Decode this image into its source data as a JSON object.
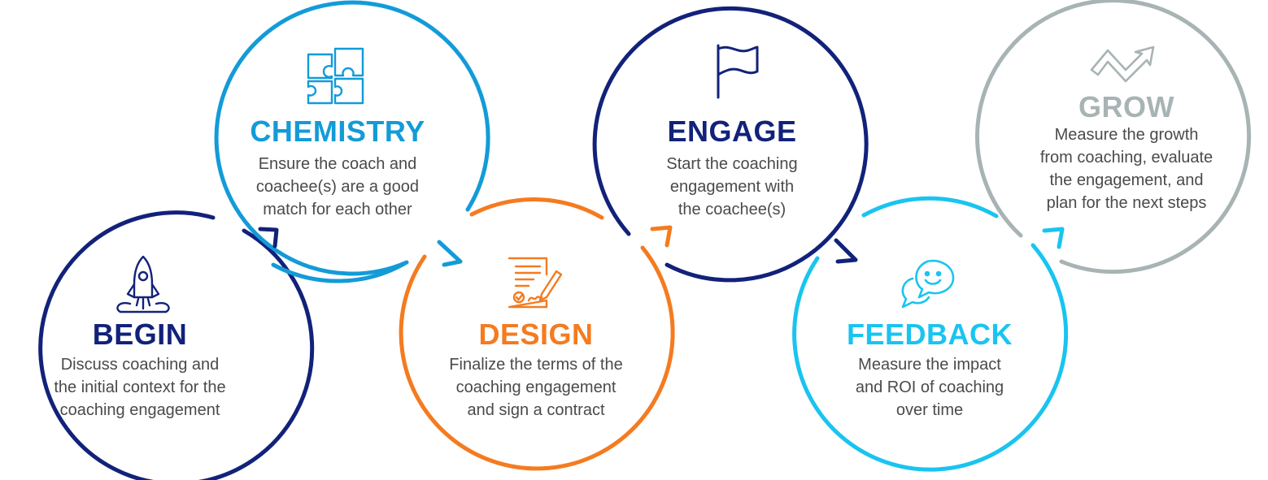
{
  "steps": [
    {
      "title": "BEGIN",
      "icon": "rocket-icon",
      "color": "#12227a",
      "lines": [
        "Discuss coaching and",
        "the initial context for the",
        "coaching engagement"
      ]
    },
    {
      "title": "CHEMISTRY",
      "icon": "puzzle-icon",
      "color": "#139bd8",
      "lines": [
        "Ensure the coach and",
        "coachee(s) are a good",
        "match for each other"
      ]
    },
    {
      "title": "DESIGN",
      "icon": "contract-icon",
      "color": "#f47b20",
      "lines": [
        "Finalize the terms of the",
        "coaching engagement",
        "and sign a contract"
      ]
    },
    {
      "title": "ENGAGE",
      "icon": "flag-icon",
      "color": "#12227a",
      "lines": [
        "Start the coaching",
        "engagement with",
        "the coachee(s)"
      ]
    },
    {
      "title": "FEEDBACK",
      "icon": "chat-smile-icon",
      "color": "#19c4f0",
      "lines": [
        "Measure the impact",
        "and ROI of coaching",
        "over time"
      ]
    },
    {
      "title": "GROW",
      "icon": "growth-arrow-icon",
      "color": "#a8b3b4",
      "lines": [
        "Measure the growth",
        "from coaching, evaluate",
        "the engagement, and",
        "plan for the next steps"
      ]
    }
  ],
  "desc_color": "#4a4a4a"
}
